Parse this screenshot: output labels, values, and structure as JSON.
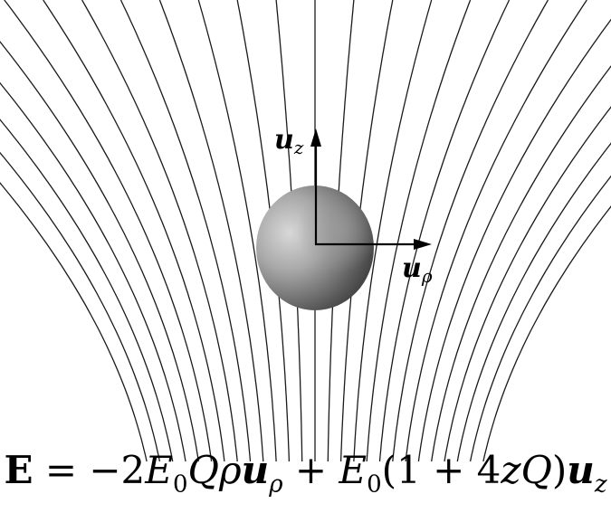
{
  "figure": {
    "axis_z": {
      "label": "u",
      "subscript": "z"
    },
    "axis_rho": {
      "label": "u",
      "subscript": "ρ"
    },
    "equation": "E = −2E₀QρU_ρ + E₀(1 + 4zQ)U_z",
    "equation_display": "E = −2E0Qρuρ + E0(1 + 4zQ)uz",
    "sphere": {
      "fill_dark": "#3c3c3c",
      "fill_light": "#c9c9c9"
    },
    "field_line_count": 27
  }
}
